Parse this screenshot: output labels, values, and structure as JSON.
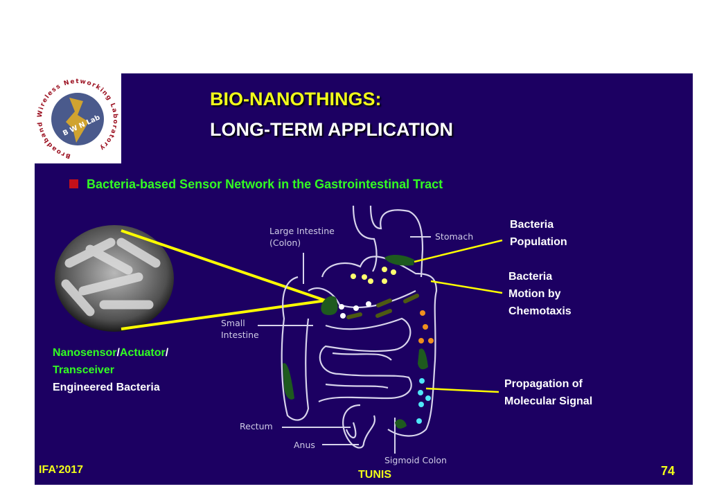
{
  "logo": {
    "ring_text": "Broadband Wireless Networking Laboratory",
    "center_text": "BWN Lab"
  },
  "title": {
    "line1": "BIO-NANOTHINGS:",
    "line2": "LONG-TERM APPLICATION"
  },
  "bullet": "Bacteria-based Sensor Network in the Gastrointestinal Tract",
  "left_caption": {
    "nanosensor": "Nanosensor",
    "slash1": "/",
    "actuator": "Actuator",
    "slash2": "/",
    "transceiver": "Transceiver",
    "engineered": "Engineered Bacteria"
  },
  "anatomy_labels": {
    "large_intestine": "Large Intestine",
    "colon": "(Colon)",
    "stomach": "Stomach",
    "small": "Small",
    "intestine": "Intestine",
    "rectum": "Rectum",
    "anus": "Anus",
    "sigmoid": "Sigmoid Colon"
  },
  "callouts": {
    "population_1": "Bacteria",
    "population_2": "Population",
    "motion_1": "Bacteria",
    "motion_2": "Motion by",
    "motion_3": "Chemotaxis",
    "propagation_1": "Propagation of",
    "propagation_2": "Molecular Signal"
  },
  "footer": {
    "left": "IFA’2017",
    "center": "TUNIS",
    "page": "74"
  },
  "colors": {
    "background": "#1c0062",
    "title": "#f2ff1a",
    "accent_green": "#33ff22",
    "bullet": "#c4101a"
  }
}
